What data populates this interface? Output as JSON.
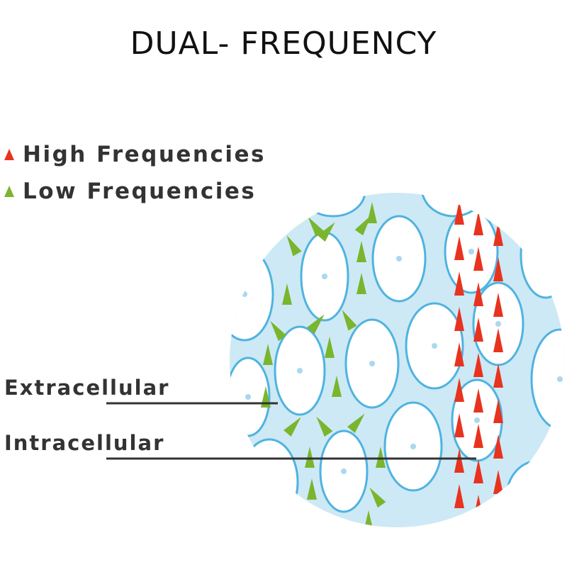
{
  "title": "DUAL- FREQUENCY",
  "legend": [
    {
      "label": "High Frequencies",
      "color": "#e8331f"
    },
    {
      "label": "Low Frequencies",
      "color": "#7ab52e"
    }
  ],
  "labels": {
    "extracellular": "Extracellular",
    "intracellular": "Intracellular"
  },
  "colors": {
    "fluid": "#cde9f5",
    "membrane": "#4fb3e0",
    "text": "#333333"
  }
}
